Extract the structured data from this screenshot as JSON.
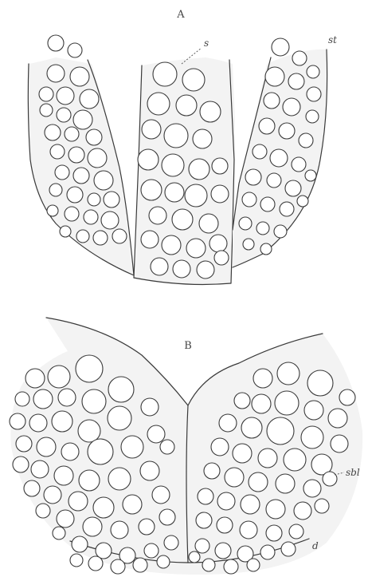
{
  "figure": {
    "panel_a": {
      "label": "A",
      "marker_s": "s",
      "marker_st": "st"
    },
    "panel_b": {
      "label": "B",
      "marker_sbl": "sbl",
      "marker_d": "d"
    }
  }
}
